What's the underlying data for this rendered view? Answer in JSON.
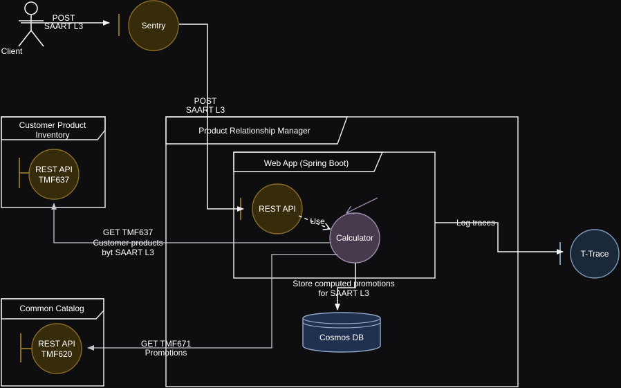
{
  "diagram": {
    "actor": {
      "label": "Client"
    },
    "containers": {
      "cpi": {
        "line1": "Customer Product",
        "line2": "Inventory"
      },
      "prm": {
        "label": "Product Relationship Manager"
      },
      "webapp": {
        "label": "Web App (Spring Boot)"
      },
      "catalog": {
        "label": "Common Catalog"
      }
    },
    "nodes": {
      "sentry": {
        "label": "Sentry"
      },
      "tmf637": {
        "line1": "REST API",
        "line2": "TMF637"
      },
      "rest_api": {
        "label": "REST API"
      },
      "calculator": {
        "label": "Calculator"
      },
      "tmf620": {
        "line1": "REST API",
        "line2": "TMF620"
      },
      "ttrace": {
        "label": "T-Trace"
      },
      "cosmos": {
        "label": "Cosmos DB"
      }
    },
    "edges": {
      "post_client": {
        "line1": "POST",
        "line2": "SAART L3"
      },
      "post_prm": {
        "line1": "POST",
        "line2": "SAART L3"
      },
      "log_traces": {
        "label": "Log traces"
      },
      "get_tmf637": {
        "line1": "GET TMF637",
        "line2": "Customer products",
        "line3": "byt SAART L3"
      },
      "get_tmf671": {
        "line1": "GET TMF671",
        "line2": "Promotions"
      },
      "store": {
        "line1": "Store computed promotions",
        "line2": "for SAART L3"
      },
      "use": {
        "label": "Use"
      }
    }
  },
  "colors": {
    "background": "#0e0e10",
    "stroke_white": "#f2f2f2",
    "stroke_grey": "#c6c6ce",
    "text": "#ffffff",
    "gold_fill": "#362b0b",
    "gold_stroke": "#8a6c26",
    "purple_fill": "#463a4c",
    "purple_stroke": "#9e8cb0",
    "ttrace_fill": "#1b2839",
    "ttrace_stroke": "#7f99bb",
    "db_fill": "#203050",
    "db_stroke": "#94aacc"
  }
}
